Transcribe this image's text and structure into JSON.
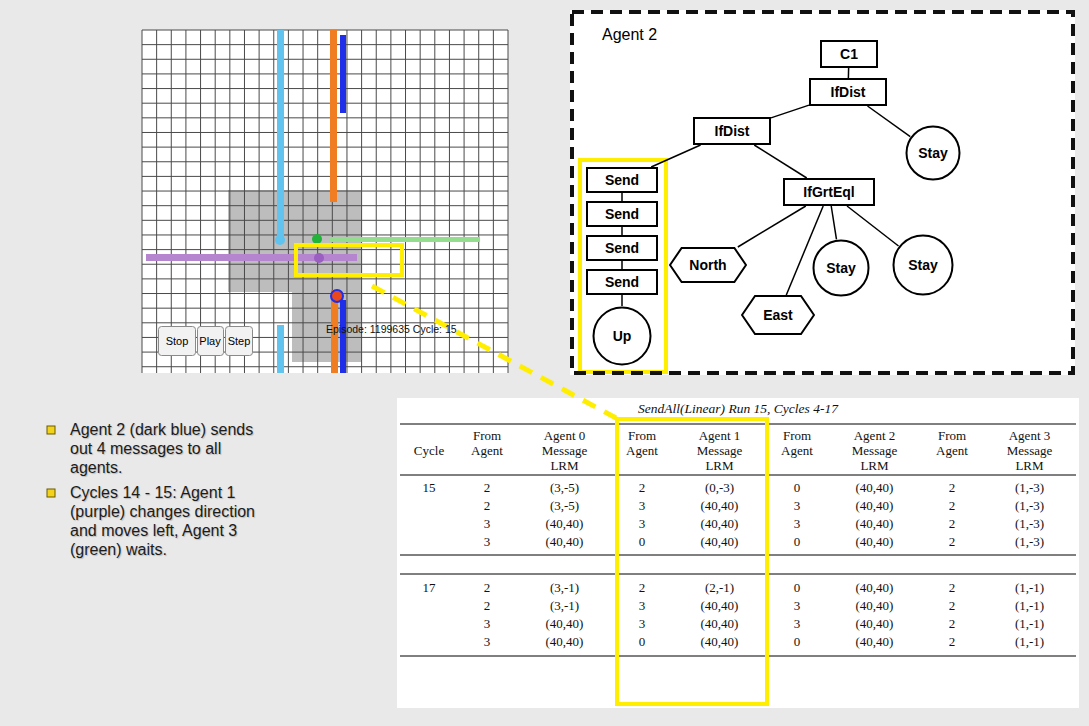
{
  "diagram": {
    "nodes": [
      {
        "text": [
          "Agent 2"
        ]
      },
      {
        "text": [
          "C1"
        ],
        "in": 0
      },
      {
        "text": [
          "IfDist"
        ],
        "in": 0
      },
      {
        "text": [
          "IfDist"
        ],
        "in": 0
      },
      {
        "text": [
          "Stay"
        ],
        "in": 0
      },
      {
        "text": [
          "Send"
        ],
        "in": 0
      },
      {
        "text": [
          "Send"
        ],
        "in": 0
      },
      {
        "text": [
          "Send"
        ],
        "in": 0
      },
      {
        "text": [
          "Send"
        ],
        "in": 0
      },
      {
        "text": [
          "IfGrtEql"
        ],
        "in": 0
      },
      {
        "text": [
          "North"
        ],
        "in": 0
      },
      {
        "text": [
          "East"
        ],
        "in": 0
      },
      {
        "text": [
          "Stay"
        ],
        "in": 0
      },
      {
        "text": [
          "Stay"
        ],
        "in": 0
      },
      {
        "text": [
          "Up"
        ],
        "in": 0
      },
      {
        "text": [
          "Stop"
        ]
      },
      {
        "text": [
          "Play"
        ]
      },
      {
        "text": [
          "Step"
        ]
      }
    ],
    "edges": [
      {
        "from": 1,
        "to": 2,
        "arrow": "none"
      },
      {
        "from": 2,
        "to": 3,
        "arrow": "none"
      },
      {
        "from": 2,
        "to": 4,
        "arrow": "none"
      },
      {
        "from": 3,
        "to": 5,
        "arrow": "none"
      },
      {
        "from": 3,
        "to": 9,
        "arrow": "none"
      },
      {
        "from": 5,
        "to": 6,
        "arrow": "none"
      },
      {
        "from": 6,
        "to": 7,
        "arrow": "none"
      },
      {
        "from": 7,
        "to": 8,
        "arrow": "none"
      },
      {
        "from": 8,
        "to": 14,
        "arrow": "none"
      },
      {
        "from": 9,
        "to": 10,
        "arrow": "none"
      },
      {
        "from": 9,
        "to": 11,
        "arrow": "none"
      },
      {
        "from": 9,
        "to": 12,
        "arrow": "none"
      },
      {
        "from": 9,
        "to": 13,
        "arrow": "none"
      }
    ],
    "labels": [
      "Episode: 1199635 Cycle: 15",
      "Agent 2 (dark blue) sends out 4 messages to all agents.",
      "Cycles 14 - 15: Agent 1 (purple) changes direction and moves left, Agent 3 (green) waits.",
      "SendAll(Linear) Run 15, Cycles 4-17",
      "Cycle",
      "From Agent",
      "Agent 0 Message LRM",
      "From Agent",
      "Agent 1 Message LRM",
      "From Agent",
      "Agent 2 Message LRM",
      "From Agent",
      "Agent 3 Message LRM",
      "15",
      "2",
      "(3,-5)",
      "2",
      "(0,-3)",
      "0",
      "(40,40)",
      "2",
      "(1,-3)",
      "2",
      "(3,-5)",
      "3",
      "(40,40)",
      "3",
      "(40,40)",
      "2",
      "(1,-3)",
      "3",
      "(40,40)",
      "3",
      "(40,40)",
      "3",
      "(40,40)",
      "2",
      "(1,-3)",
      "3",
      "(40,40)",
      "0",
      "(40,40)",
      "0",
      "(40,40)",
      "2",
      "(1,-3)",
      "17",
      "2",
      "(3,-1)",
      "2",
      "(2,-1)",
      "0",
      "(40,40)",
      "2",
      "(1,-1)",
      "2",
      "(3,-1)",
      "3",
      "(40,40)",
      "3",
      "(40,40)",
      "2",
      "(1,-1)",
      "3",
      "(40,40)",
      "3",
      "(40,40)",
      "3",
      "(40,40)",
      "2",
      "(1,-1)",
      "3",
      "(40,40)",
      "0",
      "(40,40)",
      "0",
      "(40,40)",
      "2",
      "(1,-1)"
    ]
  }
}
